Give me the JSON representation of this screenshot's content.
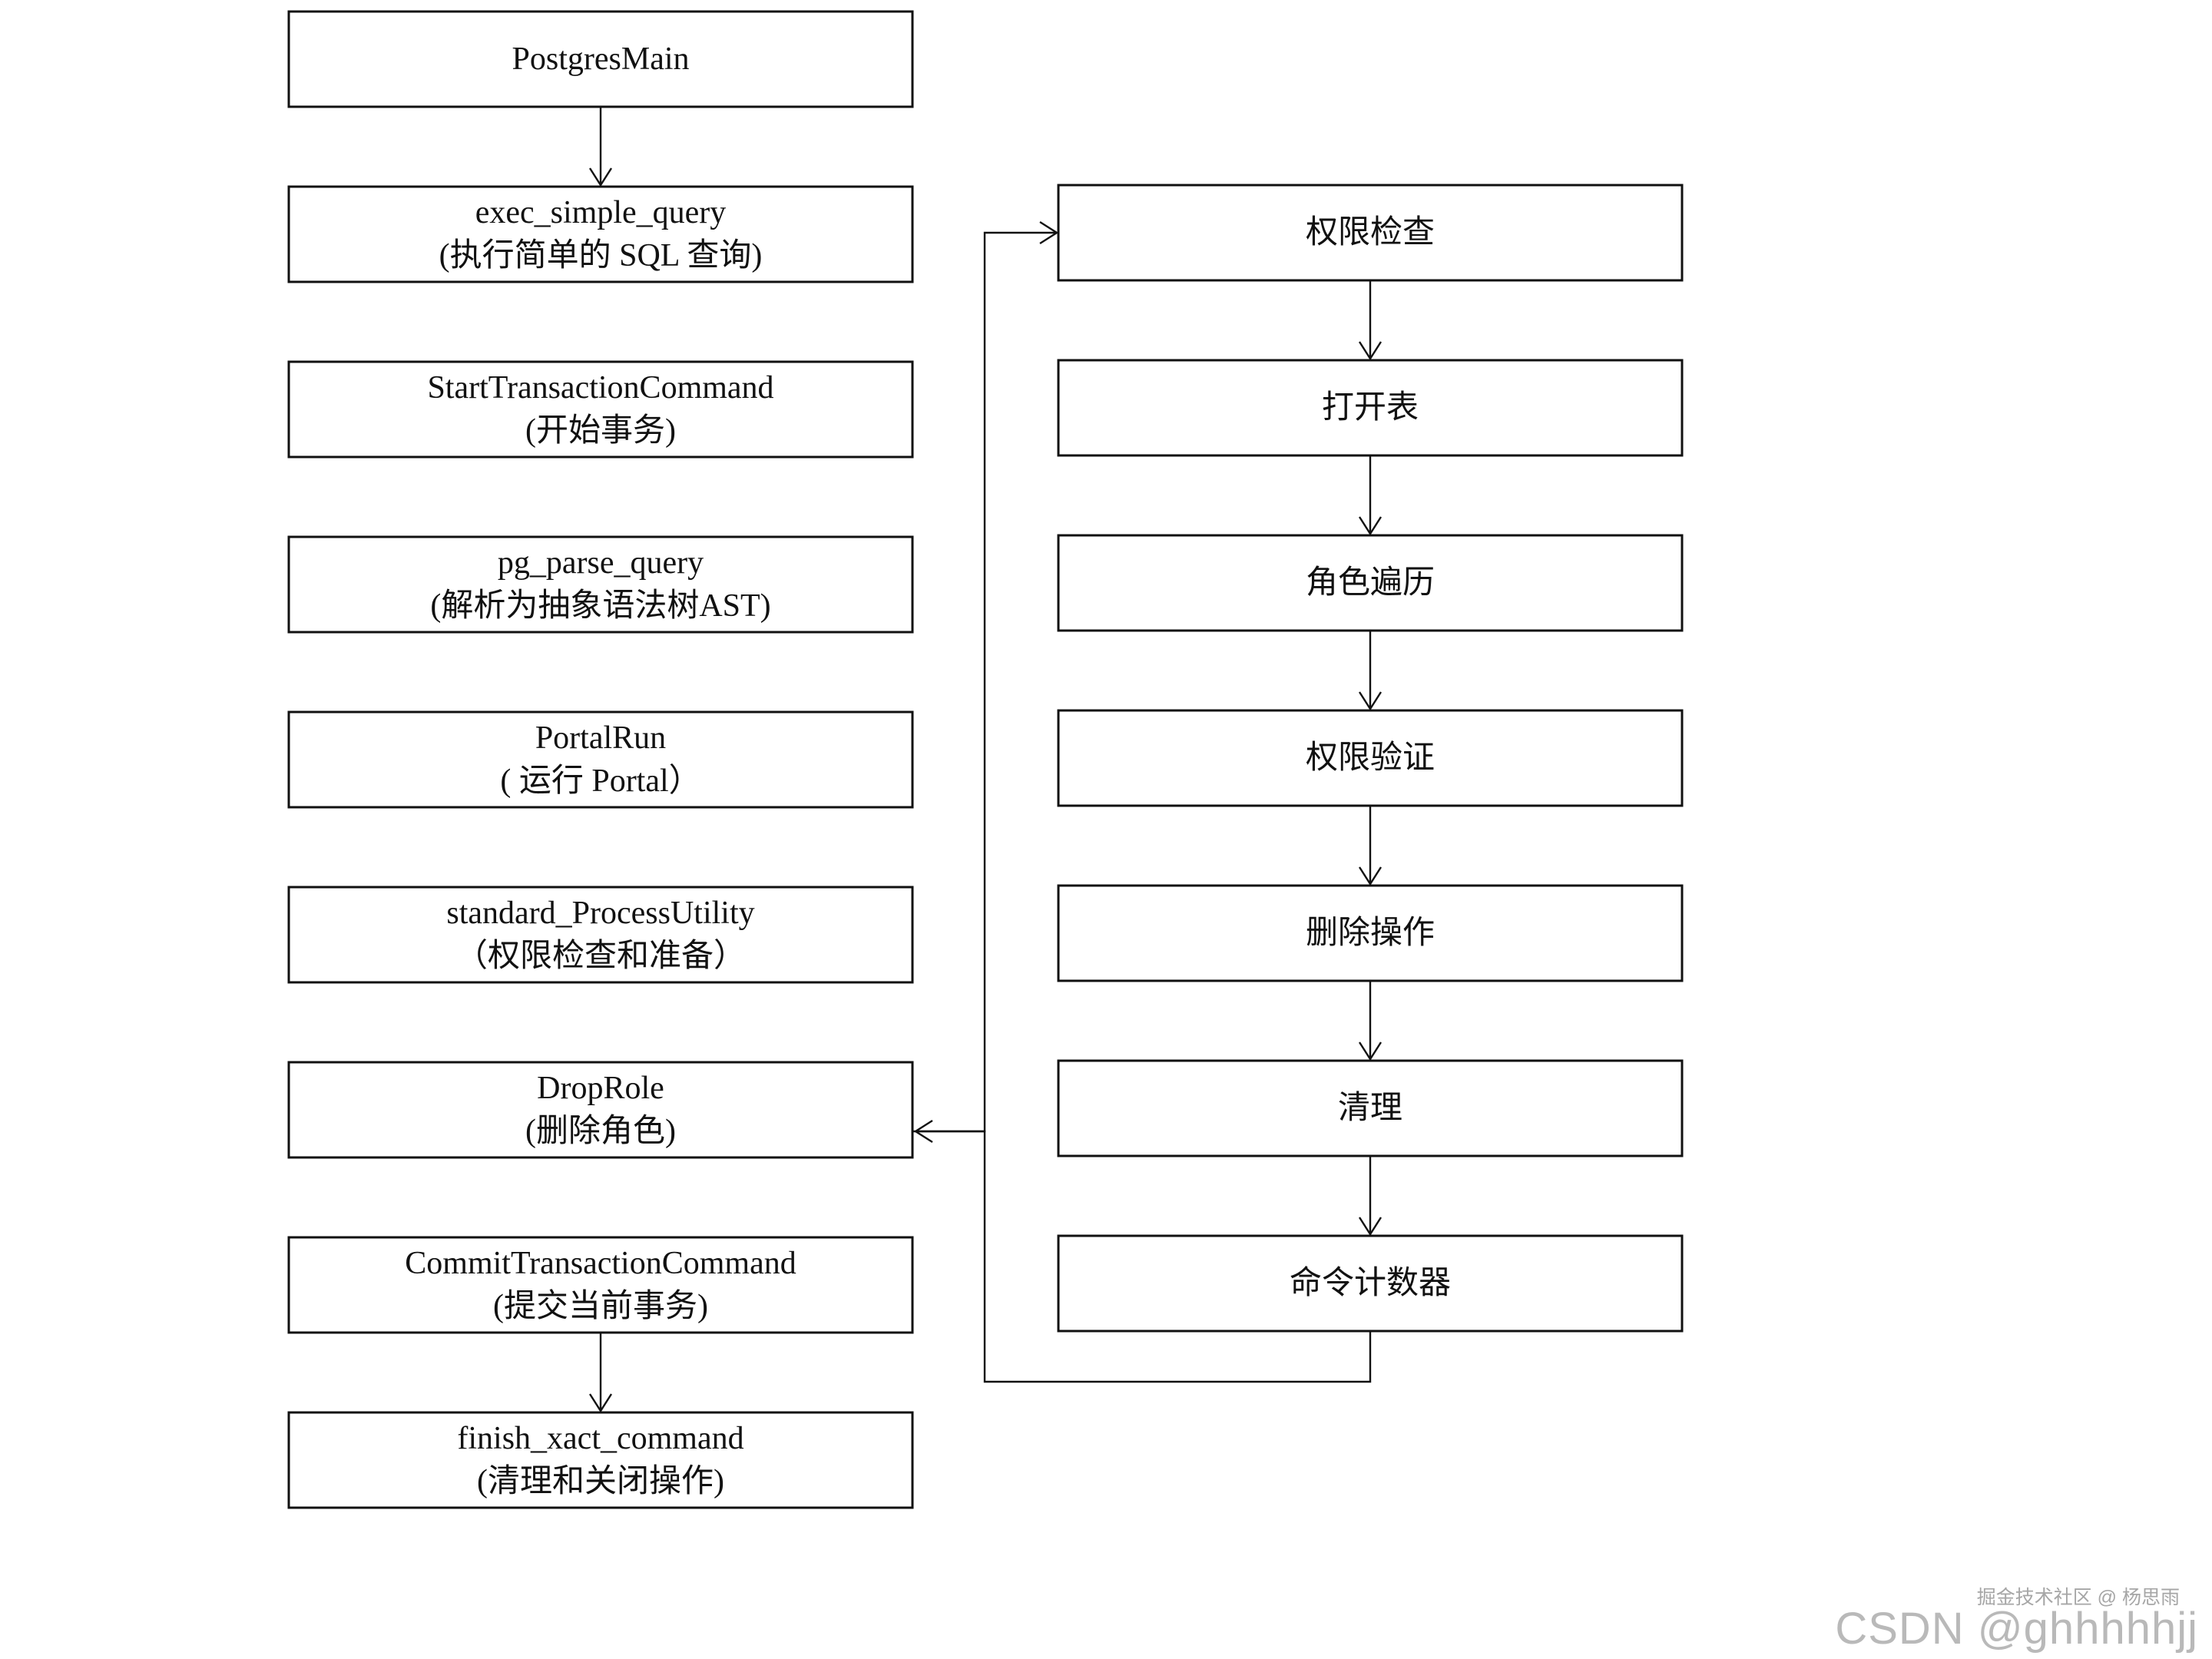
{
  "diagram": {
    "left_column": [
      {
        "id": "postgres-main",
        "lines": [
          "PostgresMain"
        ]
      },
      {
        "id": "exec-simple-query",
        "lines": [
          "exec_simple_query",
          "(执行简单的 SQL 查询)"
        ]
      },
      {
        "id": "start-transaction-command",
        "lines": [
          "StartTransactionCommand",
          "(开始事务)"
        ]
      },
      {
        "id": "pg-parse-query",
        "lines": [
          "pg_parse_query",
          "(解析为抽象语法树AST)"
        ]
      },
      {
        "id": "portal-run",
        "lines": [
          "PortalRun",
          "( 运行 Portal）"
        ]
      },
      {
        "id": "standard-process-utility",
        "lines": [
          "standard_ProcessUtility",
          "（权限检查和准备）"
        ]
      },
      {
        "id": "drop-role",
        "lines": [
          "DropRole",
          "(删除角色)"
        ]
      },
      {
        "id": "commit-transaction-command",
        "lines": [
          "CommitTransactionCommand",
          "(提交当前事务)"
        ]
      },
      {
        "id": "finish-xact-command",
        "lines": [
          "finish_xact_command",
          "(清理和关闭操作)"
        ]
      }
    ],
    "right_column": [
      {
        "id": "permission-check",
        "lines": [
          "权限检查"
        ]
      },
      {
        "id": "open-table",
        "lines": [
          "打开表"
        ]
      },
      {
        "id": "role-traversal",
        "lines": [
          "角色遍历"
        ]
      },
      {
        "id": "permission-verify",
        "lines": [
          "权限验证"
        ]
      },
      {
        "id": "delete-operation",
        "lines": [
          "删除操作"
        ]
      },
      {
        "id": "cleanup",
        "lines": [
          "清理"
        ]
      },
      {
        "id": "command-counter",
        "lines": [
          "命令计数器"
        ]
      }
    ],
    "edges": [
      {
        "from": "postgres-main",
        "to": "exec-simple-query"
      },
      {
        "from": "commit-transaction-command",
        "to": "finish-xact-command"
      },
      {
        "from": "drop-role",
        "to": "permission-check"
      },
      {
        "from": "permission-check",
        "to": "open-table"
      },
      {
        "from": "open-table",
        "to": "role-traversal"
      },
      {
        "from": "role-traversal",
        "to": "permission-verify"
      },
      {
        "from": "permission-verify",
        "to": "delete-operation"
      },
      {
        "from": "delete-operation",
        "to": "cleanup"
      },
      {
        "from": "cleanup",
        "to": "command-counter"
      },
      {
        "from": "command-counter",
        "to": "drop-role"
      }
    ]
  },
  "watermark": {
    "main": "CSDN @ghhhhhjj",
    "sub": "掘金技术社区 @ 杨思雨"
  }
}
